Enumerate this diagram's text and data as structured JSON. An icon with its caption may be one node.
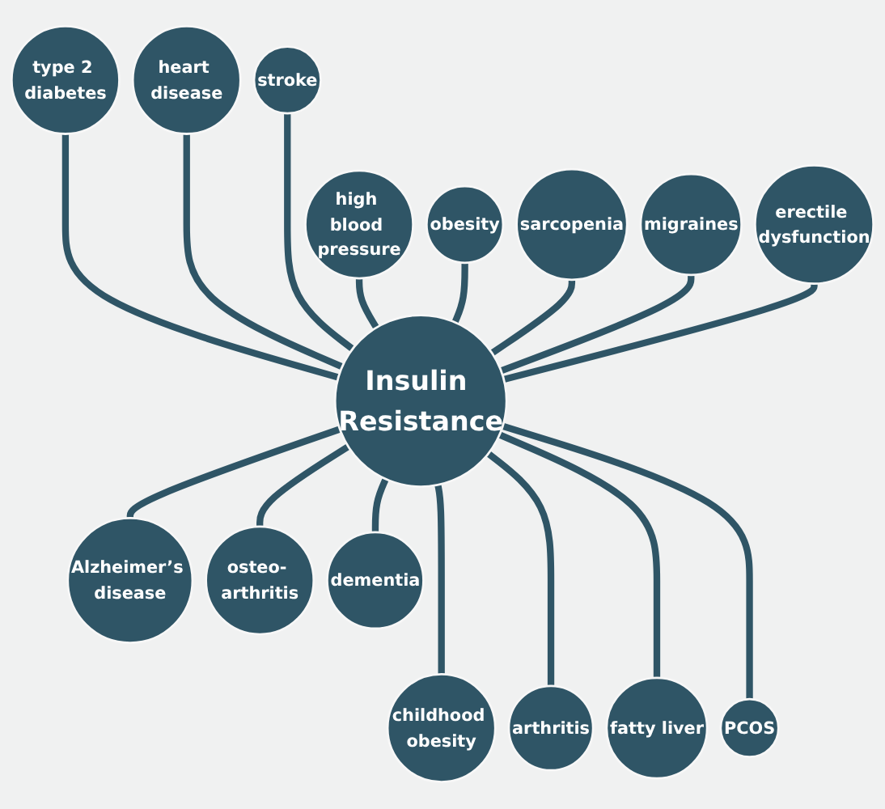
{
  "diagram": {
    "nodes": [
      {
        "text": [
          "Insulin Resistance"
        ]
      },
      {
        "text": [
          "type 2 diabetes"
        ]
      },
      {
        "text": [
          "heart disease"
        ]
      },
      {
        "text": [
          "stroke"
        ]
      },
      {
        "text": [
          "high blood pressure"
        ]
      },
      {
        "text": [
          "obesity"
        ]
      },
      {
        "text": [
          "sarcopenia"
        ]
      },
      {
        "text": [
          "migraines"
        ]
      },
      {
        "text": [
          "erectile dysfunction"
        ]
      },
      {
        "text": [
          "dementia"
        ]
      },
      {
        "text": [
          "Alzheimer’s disease"
        ]
      },
      {
        "text": [
          "osteo- arthritis"
        ]
      },
      {
        "text": [
          "childhood obesity"
        ]
      },
      {
        "text": [
          "arthritis"
        ]
      },
      {
        "text": [
          "fatty liver"
        ]
      },
      {
        "text": [
          "PCOS"
        ]
      }
    ],
    "edges": [
      {
        "from": 1,
        "to": 0,
        "arrow": "none"
      },
      {
        "from": 2,
        "to": 0,
        "arrow": "none"
      },
      {
        "from": 3,
        "to": 0,
        "arrow": "none"
      },
      {
        "from": 4,
        "to": 0,
        "arrow": "none"
      },
      {
        "from": 5,
        "to": 0,
        "arrow": "none"
      },
      {
        "from": 6,
        "to": 0,
        "arrow": "none"
      },
      {
        "from": 7,
        "to": 0,
        "arrow": "none"
      },
      {
        "from": 8,
        "to": 0,
        "arrow": "none"
      },
      {
        "from": 0,
        "to": 9,
        "arrow": "none"
      },
      {
        "from": 0,
        "to": 10,
        "arrow": "none"
      },
      {
        "from": 0,
        "to": 11,
        "arrow": "none"
      },
      {
        "from": 0,
        "to": 12,
        "arrow": "none"
      },
      {
        "from": 0,
        "to": 13,
        "arrow": "none"
      },
      {
        "from": 0,
        "to": 14,
        "arrow": "none"
      },
      {
        "from": 0,
        "to": 15,
        "arrow": "none"
      }
    ]
  }
}
